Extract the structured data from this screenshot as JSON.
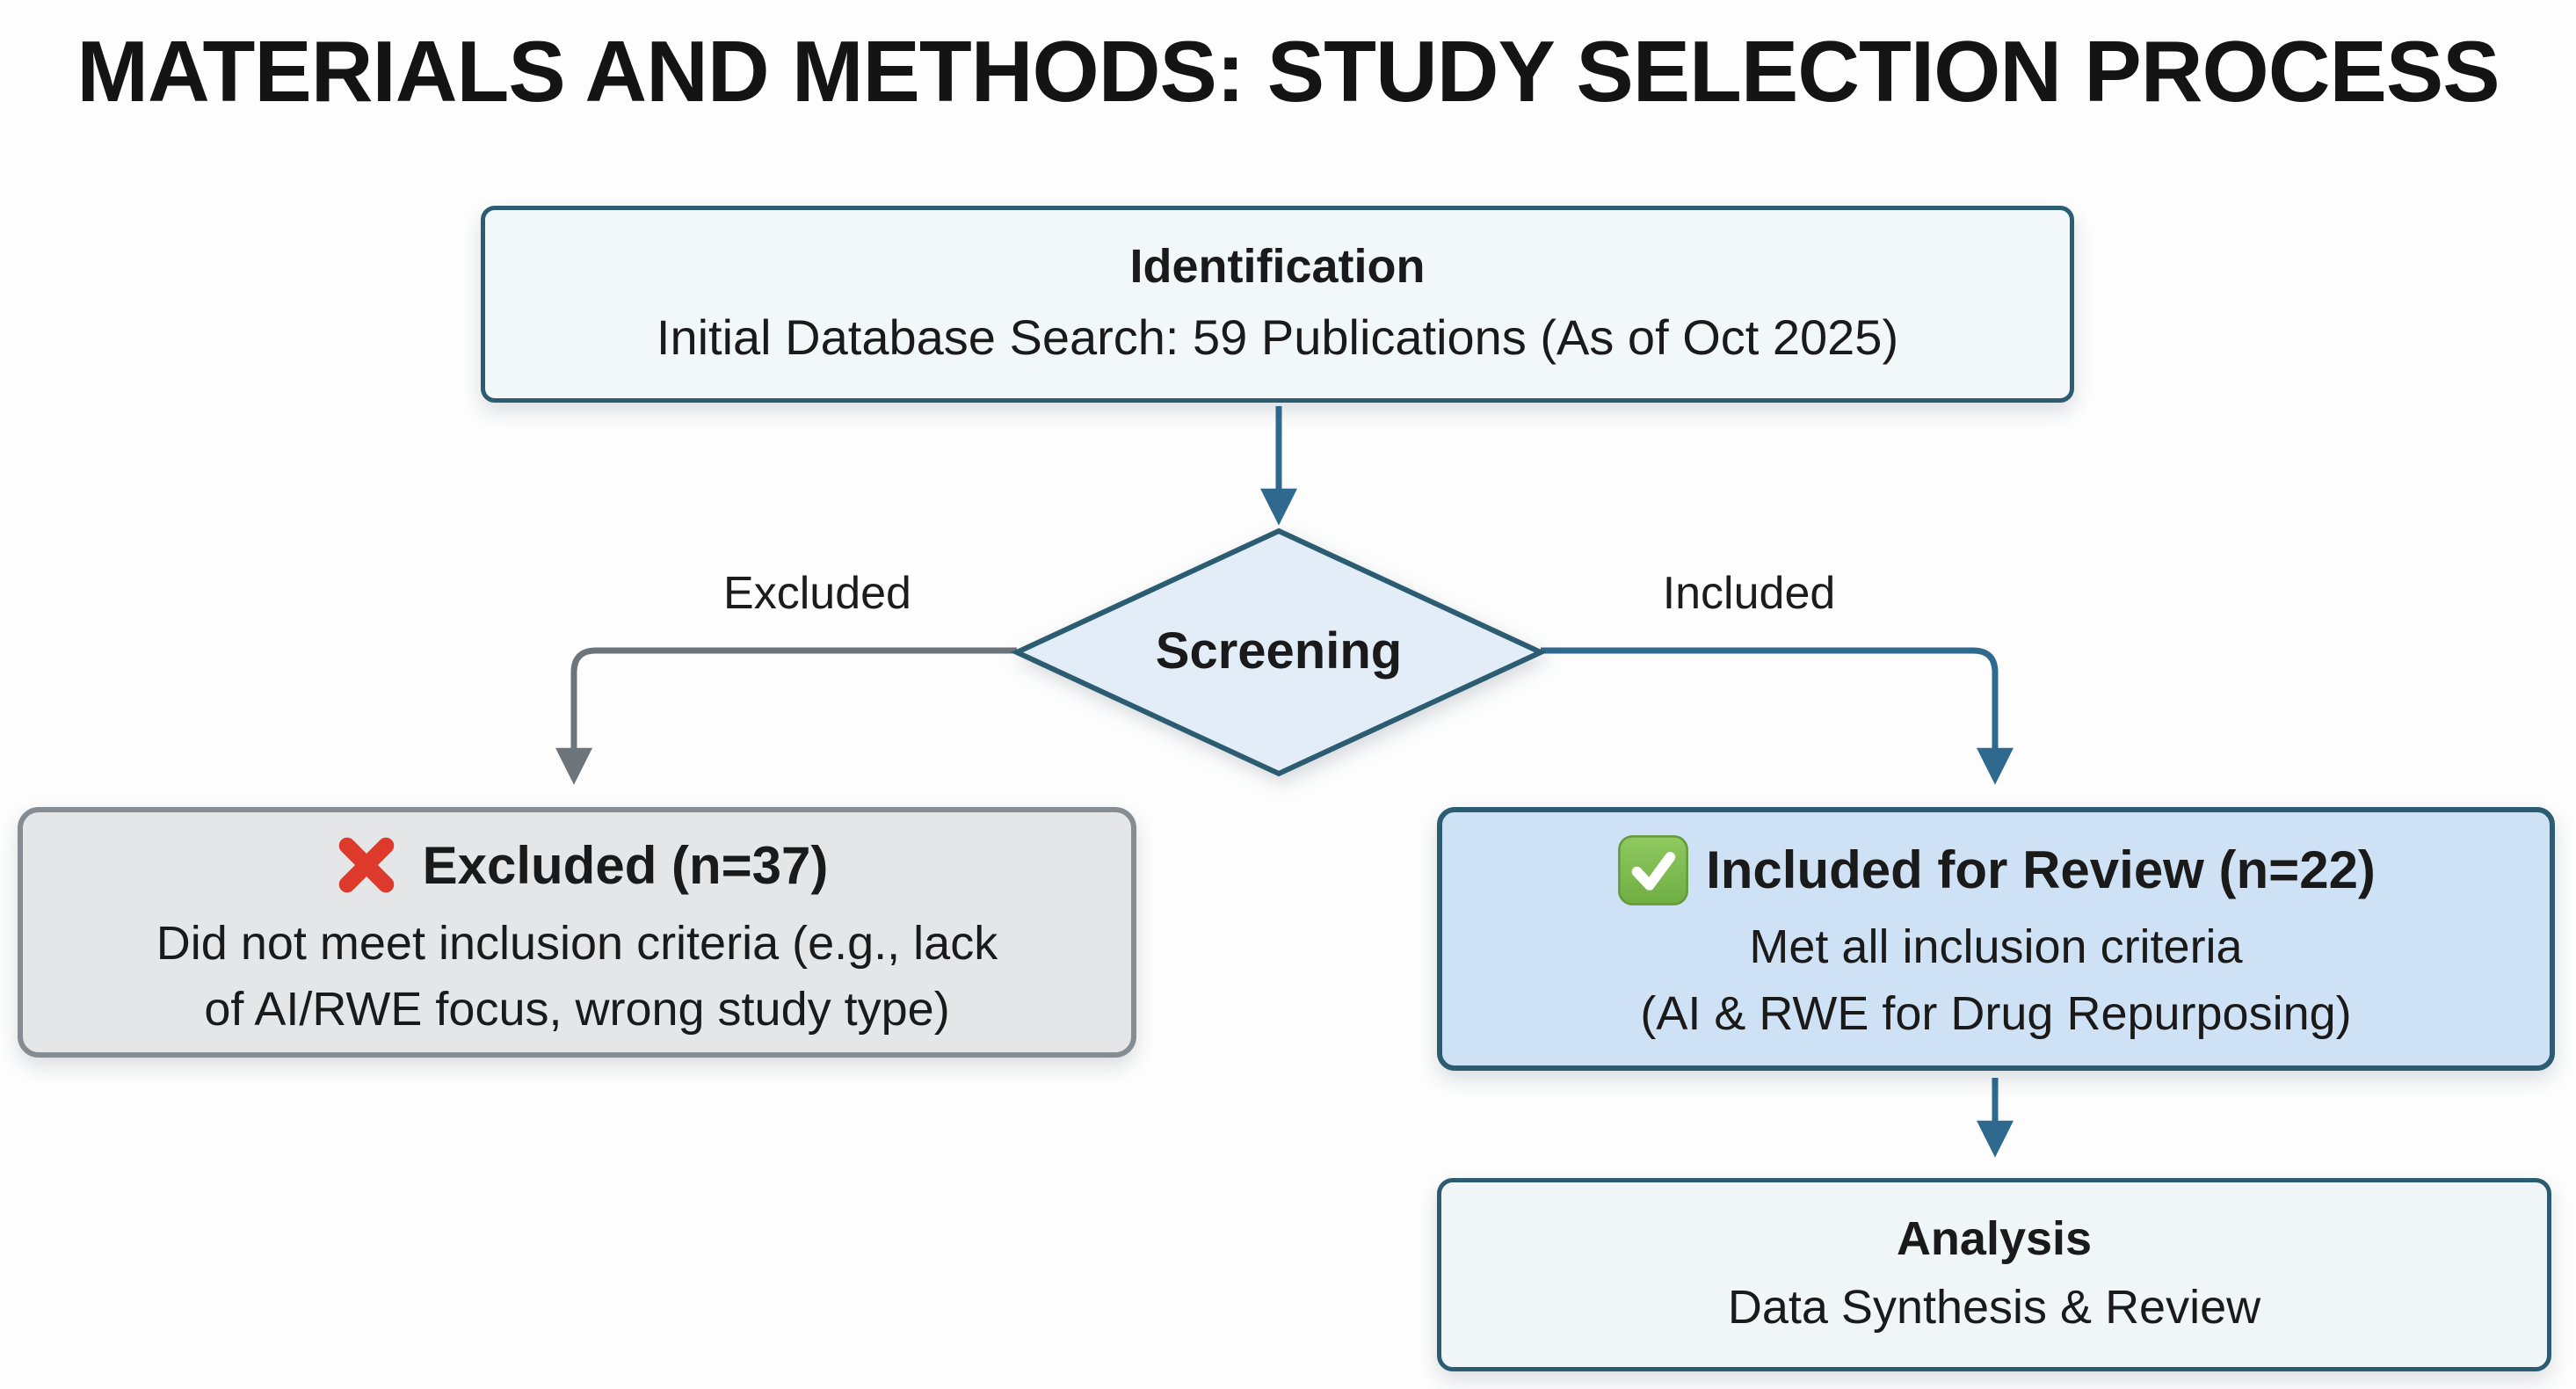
{
  "title": "MATERIALS AND METHODS: STUDY SELECTION PROCESS",
  "colors": {
    "background": "#fdfdfd",
    "text": "#1a1a1a",
    "box_border_teal": "#2b5c72",
    "arrow_teal": "#2f6a8e",
    "arrow_gray": "#6d757b",
    "diamond_fill": "#e3edf8",
    "identification_fill": "#f2f7fa",
    "analysis_fill": "#f0f5f8",
    "included_fill": "#cfe1f4",
    "excluded_fill": "#e4e6e7",
    "excluded_border": "#858c92",
    "red_cross": "#dd3a2b",
    "green_check": "#7cb94e"
  },
  "flow": {
    "identification": {
      "heading": "Identification",
      "body": "Initial Database Search: 59 Publications (As of Oct 2025)"
    },
    "screening": {
      "label": "Screening",
      "excluded_branch_label": "Excluded",
      "included_branch_label": "Included"
    },
    "excluded": {
      "icon": "red-cross-icon",
      "heading": "Excluded (n=37)",
      "lines": [
        "Did not meet inclusion criteria (e.g., lack",
        "of AI/RWE focus, wrong study type)"
      ]
    },
    "included": {
      "icon": "green-check-icon",
      "heading": "Included for Review (n=22)",
      "lines": [
        "Met all inclusion criteria",
        "(AI & RWE for Drug Repurposing)"
      ]
    },
    "analysis": {
      "heading": "Analysis",
      "body": "Data Synthesis & Review"
    }
  }
}
